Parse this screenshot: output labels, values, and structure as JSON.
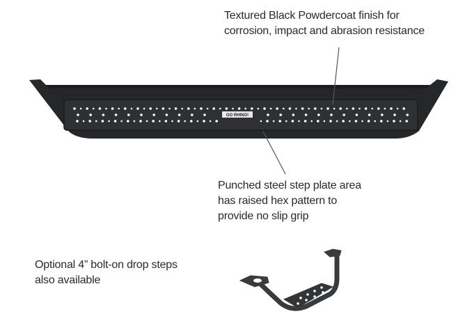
{
  "callouts": {
    "finish": {
      "lines": [
        "Textured Black Powdercoat finish for",
        "corrosion, impact and abrasion resistance"
      ]
    },
    "step_plate": {
      "lines": [
        "Punched steel step plate area",
        "has raised hex pattern to",
        "provide no slip grip"
      ]
    },
    "drop_steps": {
      "lines": [
        "Optional 4” bolt-on drop steps",
        "also available"
      ]
    }
  },
  "logo_text": "GO RHINO!",
  "colors": {
    "board": "#262729",
    "plate": "#2e2f31",
    "line": "#555555",
    "text": "#2a2a2a"
  }
}
